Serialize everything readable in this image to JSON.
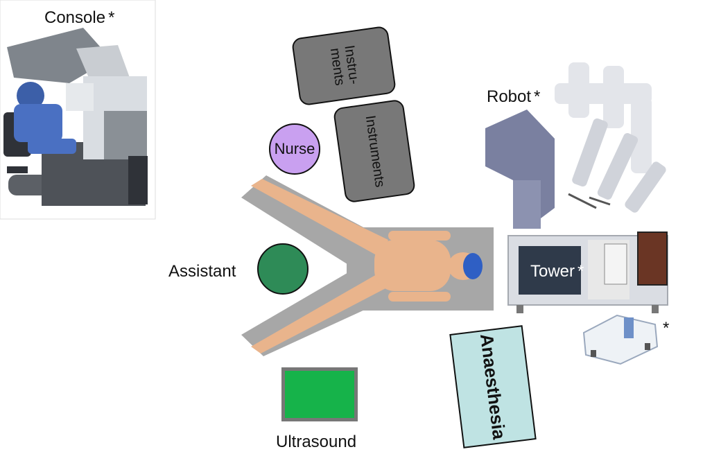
{
  "labels": {
    "console": "Console",
    "robot": "Robot",
    "tower": "Tower",
    "assistant": "Assistant",
    "nurse": "Nurse",
    "ultrasound": "Ultrasound",
    "anaesthesia": "Anaesthesia",
    "instruments_split_1": "Instru-",
    "instruments_split_2": "ments",
    "instruments": "Instruments",
    "asterisk": "*"
  },
  "colors": {
    "nurse": "#c9a0f0",
    "assistant": "#2e8b57",
    "ultrasound_fill": "#16b34a",
    "ultrasound_border": "#777777",
    "instrument_tables": "#787878",
    "anaesthesia": "#bfe3e3",
    "bed": "#a7a7a7",
    "skin": "#e9b48c"
  }
}
